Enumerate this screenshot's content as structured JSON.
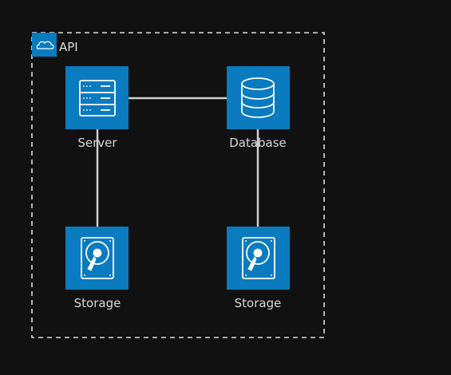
{
  "group": {
    "title": "API",
    "icon": "cloud-icon",
    "border_color": "#dddddd"
  },
  "nodes": {
    "server": {
      "label": "Server",
      "icon": "server-icon"
    },
    "database": {
      "label": "Database",
      "icon": "database-icon"
    },
    "storage_left": {
      "label": "Storage",
      "icon": "hard-drive-icon"
    },
    "storage_right": {
      "label": "Storage",
      "icon": "hard-drive-icon"
    }
  },
  "colors": {
    "background": "#111111",
    "node_fill": "#0a7bbf",
    "icon_stroke": "#ffffff",
    "edge": "#d0d0d0",
    "text": "#d8d8d8"
  }
}
